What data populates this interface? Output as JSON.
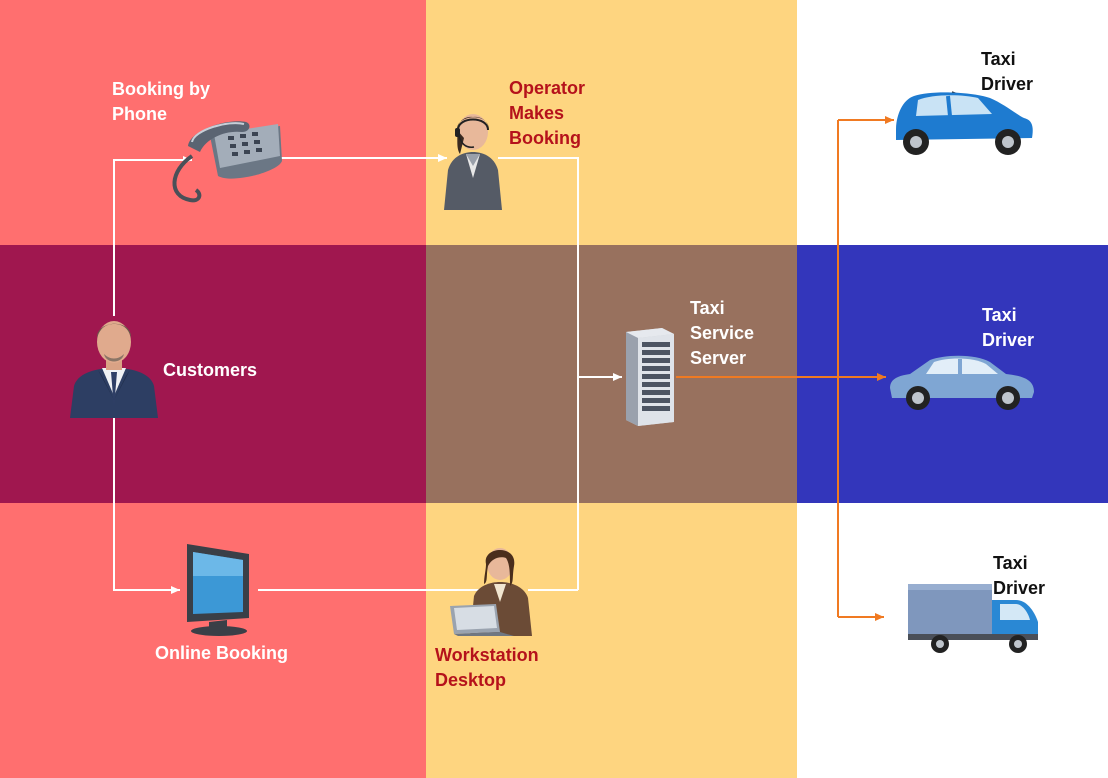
{
  "colors": {
    "band_red": "#ff6f6f",
    "band_yellow": "#fed580",
    "band_white": "#ffffff",
    "band_maroon": "#a0174f",
    "band_brown": "#98715e",
    "band_blue": "#3336bb",
    "connector_white": "#ffffff",
    "connector_orange": "#f07a22",
    "label_white": "#ffffff",
    "label_red": "#b5121b",
    "label_black": "#111111"
  },
  "labels": {
    "booking_by_phone": [
      "Booking by",
      "Phone"
    ],
    "operator": [
      "Operator",
      "Makes",
      "Booking"
    ],
    "customers": "Customers",
    "server": [
      "Taxi",
      "Service",
      "Server"
    ],
    "online_booking": "Online Booking",
    "workstation": [
      "Workstation",
      "Desktop"
    ],
    "driver_top": [
      "Taxi",
      "Driver"
    ],
    "driver_middle": [
      "Taxi",
      "Driver"
    ],
    "driver_bottom": [
      "Taxi",
      "Driver"
    ]
  },
  "icons": {
    "phone": "telephone-icon",
    "operator": "operator-headset-icon",
    "customer": "businessman-icon",
    "server": "server-rack-icon",
    "monitor": "computer-monitor-icon",
    "workstation": "woman-laptop-icon",
    "car_top": "hatchback-car-icon",
    "car_middle": "sedan-car-icon",
    "truck": "delivery-truck-icon"
  }
}
